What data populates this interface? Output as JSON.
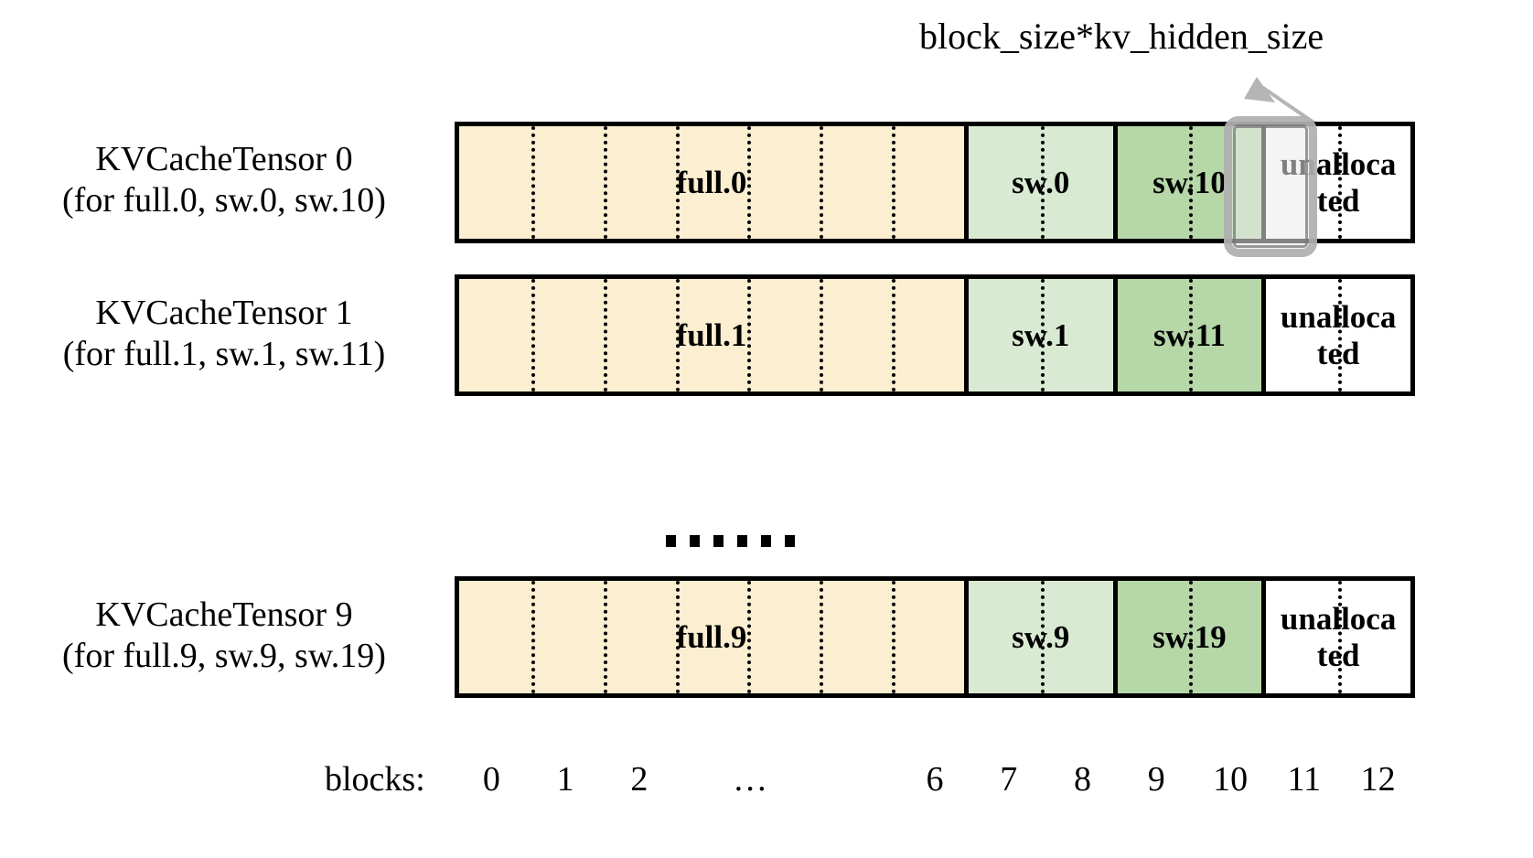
{
  "annotation": {
    "text": "block_size*kv_hidden_size",
    "arrow_color": "#b5b5b5",
    "highlight_target": "block 11 of KVCacheTensor 0"
  },
  "colors": {
    "full_cell": "#fceed0",
    "sw_light_cell": "#d9ead3",
    "sw_dark_cell": "#b6d7a8",
    "unallocated_cell": "#ffffff",
    "border": "#000000",
    "highlight_border": "#aaaaaa",
    "highlight_fill": "#ebebeb"
  },
  "rows": [
    {
      "label_line1": "KVCacheTensor 0",
      "label_line2": "(for full.0, sw.0, sw.10)",
      "cells": [
        {
          "text": "full.0",
          "kind": "full",
          "blocks": 7
        },
        {
          "text": "sw.0",
          "kind": "sw-light",
          "blocks": 2
        },
        {
          "text": "sw.10",
          "kind": "sw-dark",
          "blocks": 2
        },
        {
          "text": "unalloca ted",
          "kind": "unallocated",
          "blocks": 2
        }
      ]
    },
    {
      "label_line1": "KVCacheTensor 1",
      "label_line2": "(for full.1, sw.1, sw.11)",
      "cells": [
        {
          "text": "full.1",
          "kind": "full",
          "blocks": 7
        },
        {
          "text": "sw.1",
          "kind": "sw-light",
          "blocks": 2
        },
        {
          "text": "sw.11",
          "kind": "sw-dark",
          "blocks": 2
        },
        {
          "text": "unalloca ted",
          "kind": "unallocated",
          "blocks": 2
        }
      ]
    },
    {
      "label_line1": "KVCacheTensor 9",
      "label_line2": "(for full.9, sw.9, sw.19)",
      "cells": [
        {
          "text": "full.9",
          "kind": "full",
          "blocks": 7
        },
        {
          "text": "sw.9",
          "kind": "sw-light",
          "blocks": 2
        },
        {
          "text": "sw.19",
          "kind": "sw-dark",
          "blocks": 2
        },
        {
          "text": "unalloca ted",
          "kind": "unallocated",
          "blocks": 2
        }
      ]
    }
  ],
  "ellipsis": {
    "dot_count": 6,
    "meaning": "rows 2 through 8 omitted"
  },
  "axis": {
    "title": "blocks:",
    "ticks": [
      "0",
      "1",
      "2",
      "…",
      "6",
      "7",
      "8",
      "9",
      "10",
      "11",
      "12"
    ]
  }
}
